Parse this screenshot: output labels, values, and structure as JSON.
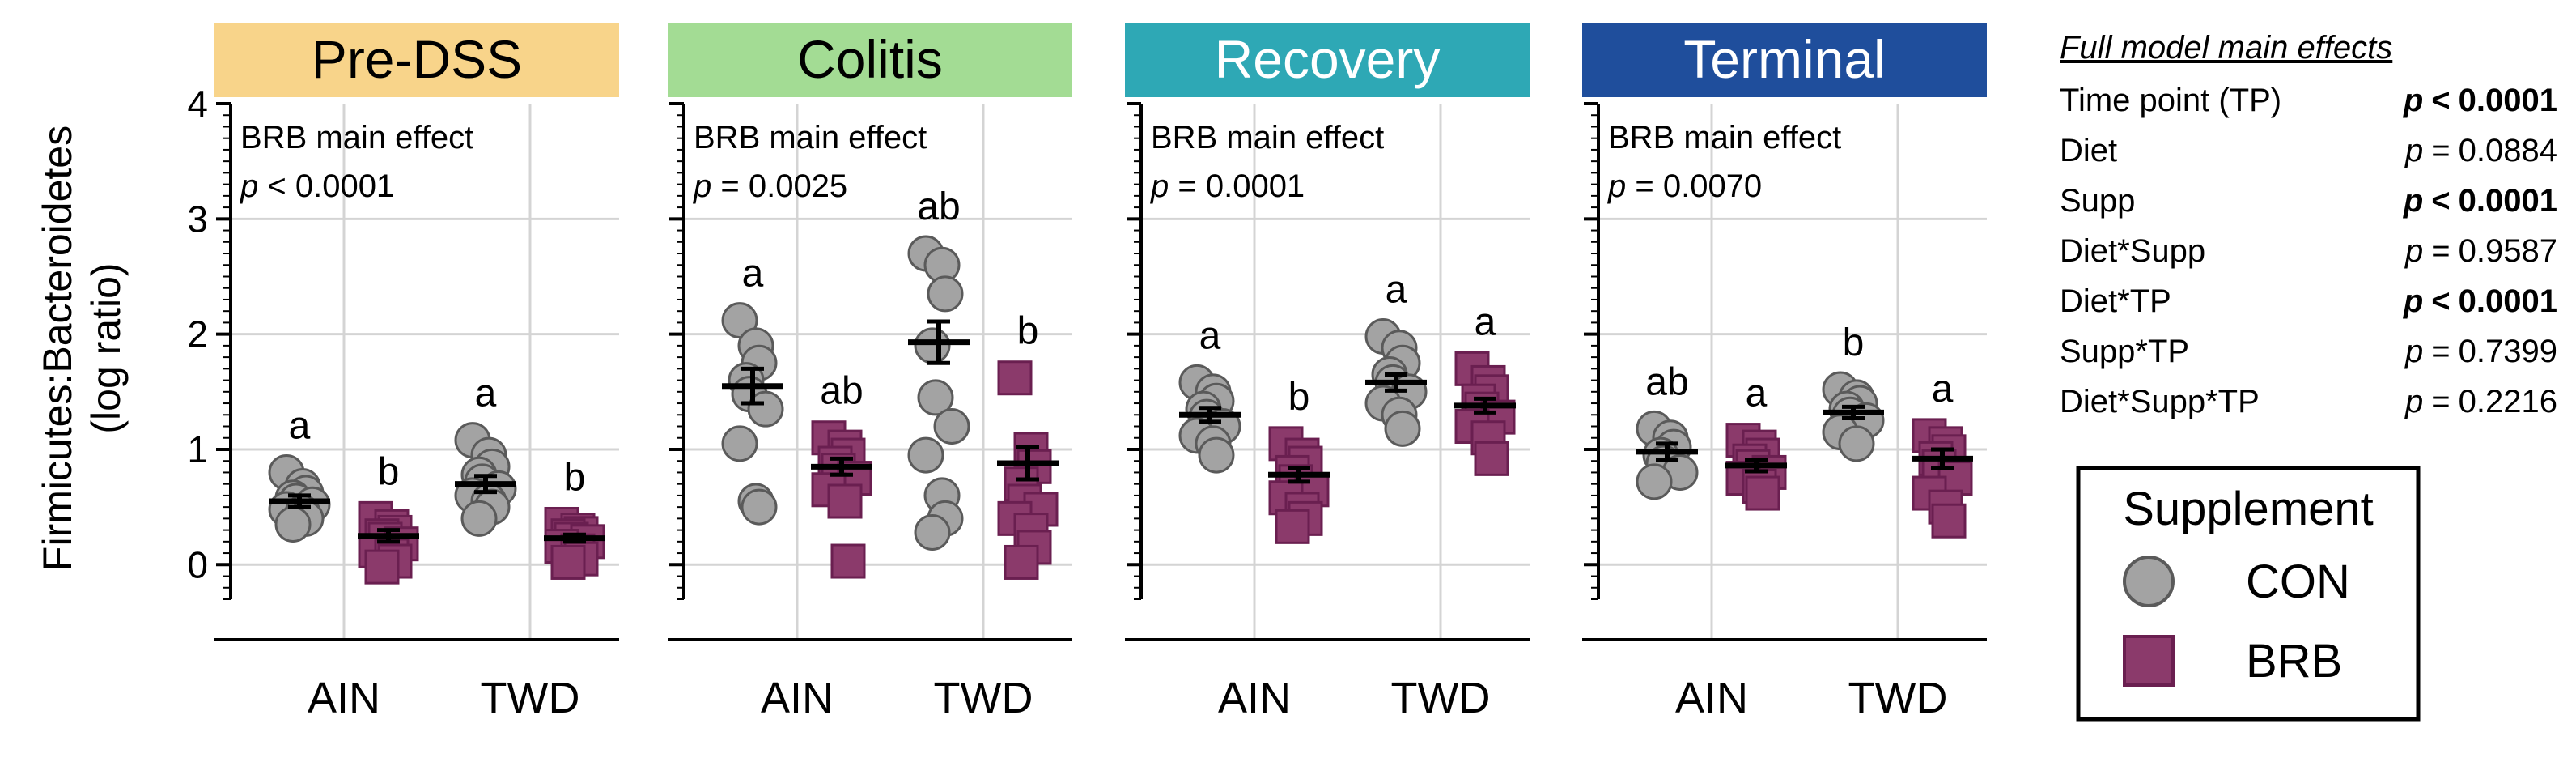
{
  "colors": {
    "con_fill": "#a3a3a3",
    "con_stroke": "#5a5a5a",
    "brb_fill": "#8b3a6b",
    "brb_stroke": "#6a1f50",
    "grid": "#d4d4d4",
    "mean_bar": "#000000"
  },
  "ylabel_line1": "Firmicutes:Bacteroidetes",
  "ylabel_line2": "(log ratio)",
  "full_model": {
    "title": "Full model main effects",
    "rows": [
      {
        "label": "Time point (TP)",
        "p_prefix": "p",
        "p_rel": "<",
        "p_val": "0.0001",
        "bold": true
      },
      {
        "label": "Diet",
        "p_prefix": "p",
        "p_rel": "=",
        "p_val": "0.0884",
        "bold": false
      },
      {
        "label": "Supp",
        "p_prefix": "p",
        "p_rel": "<",
        "p_val": "0.0001",
        "bold": true
      },
      {
        "label": "Diet*Supp",
        "p_prefix": "p",
        "p_rel": "=",
        "p_val": "0.9587",
        "bold": false
      },
      {
        "label": "Diet*TP",
        "p_prefix": "p",
        "p_rel": "<",
        "p_val": "0.0001",
        "bold": true
      },
      {
        "label": "Supp*TP",
        "p_prefix": "p",
        "p_rel": "=",
        "p_val": "0.7399",
        "bold": false
      },
      {
        "label": "Diet*Supp*TP",
        "p_prefix": "p",
        "p_rel": "=",
        "p_val": "0.2216",
        "bold": false
      }
    ]
  },
  "legend": {
    "title": "Supplement",
    "items": [
      {
        "label": "CON",
        "shape": "circle"
      },
      {
        "label": "BRB",
        "shape": "square"
      }
    ]
  },
  "chart_data": [
    {
      "type": "scatter",
      "title": "Pre-DSS",
      "title_bg": "#f8d48a",
      "title_fg": "#000000",
      "annotation": "BRB main effect",
      "p_prefix": "p",
      "p_text": " < 0.0001",
      "ylim": [
        -0.3,
        4
      ],
      "yticks": [
        "0",
        "1",
        "2",
        "3",
        "4"
      ],
      "categories": [
        "AIN",
        "TWD"
      ],
      "groups": [
        {
          "diet": "AIN",
          "supp": "CON",
          "letter": "a",
          "mean": 0.55,
          "err": 0.05,
          "values": [
            0.8,
            0.68,
            0.62,
            0.58,
            0.55,
            0.52,
            0.48,
            0.45,
            0.4,
            0.35
          ]
        },
        {
          "diet": "AIN",
          "supp": "BRB",
          "letter": "b",
          "mean": 0.25,
          "err": 0.05,
          "values": [
            0.4,
            0.33,
            0.28,
            0.25,
            0.22,
            0.18,
            0.12,
            0.08,
            0.03,
            -0.02
          ]
        },
        {
          "diet": "TWD",
          "supp": "CON",
          "letter": "a",
          "mean": 0.7,
          "err": 0.07,
          "values": [
            1.08,
            0.95,
            0.85,
            0.78,
            0.72,
            0.66,
            0.6,
            0.55,
            0.5,
            0.4
          ]
        },
        {
          "diet": "TWD",
          "supp": "BRB",
          "letter": "b",
          "mean": 0.23,
          "err": 0.03,
          "values": [
            0.35,
            0.3,
            0.27,
            0.25,
            0.22,
            0.2,
            0.16,
            0.12,
            0.05,
            0.02
          ]
        }
      ]
    },
    {
      "type": "scatter",
      "title": "Colitis",
      "title_bg": "#a3dc94",
      "title_fg": "#000000",
      "annotation": "BRB main effect",
      "p_prefix": "p",
      "p_text": " = 0.0025",
      "ylim": [
        -0.3,
        4
      ],
      "yticks": [
        "0",
        "1",
        "2",
        "3",
        "4"
      ],
      "categories": [
        "AIN",
        "TWD"
      ],
      "groups": [
        {
          "diet": "AIN",
          "supp": "CON",
          "letter": "a",
          "mean": 1.55,
          "err": 0.15,
          "values": [
            2.12,
            1.9,
            1.75,
            1.6,
            1.48,
            1.35,
            1.05,
            0.55,
            0.5
          ]
        },
        {
          "diet": "AIN",
          "supp": "BRB",
          "letter": "ab",
          "mean": 0.85,
          "err": 0.07,
          "values": [
            1.1,
            1.02,
            0.95,
            0.88,
            0.82,
            0.75,
            0.65,
            0.55,
            0.03
          ]
        },
        {
          "diet": "TWD",
          "supp": "CON",
          "letter": "ab",
          "mean": 1.93,
          "err": 0.18,
          "values": [
            2.7,
            2.6,
            2.35,
            1.9,
            1.45,
            1.2,
            0.95,
            0.6,
            0.4,
            0.28
          ]
        },
        {
          "diet": "TWD",
          "supp": "BRB",
          "letter": "b",
          "mean": 0.88,
          "err": 0.14,
          "values": [
            1.62,
            1.0,
            0.85,
            0.7,
            0.55,
            0.48,
            0.4,
            0.3,
            0.15,
            0.02
          ]
        }
      ]
    },
    {
      "type": "scatter",
      "title": "Recovery",
      "title_bg": "#2ea8b5",
      "title_fg": "#ffffff",
      "annotation": "BRB main effect",
      "p_prefix": "p",
      "p_text": " = 0.0001",
      "ylim": [
        -0.3,
        4
      ],
      "yticks": [
        "0",
        "1",
        "2",
        "3",
        "4"
      ],
      "categories": [
        "AIN",
        "TWD"
      ],
      "groups": [
        {
          "diet": "AIN",
          "supp": "CON",
          "letter": "a",
          "mean": 1.3,
          "err": 0.06,
          "values": [
            1.58,
            1.5,
            1.42,
            1.35,
            1.28,
            1.2,
            1.12,
            1.05,
            0.95
          ]
        },
        {
          "diet": "AIN",
          "supp": "BRB",
          "letter": "b",
          "mean": 0.78,
          "err": 0.06,
          "values": [
            1.05,
            0.95,
            0.88,
            0.8,
            0.72,
            0.65,
            0.58,
            0.48,
            0.4,
            0.33
          ]
        },
        {
          "diet": "TWD",
          "supp": "CON",
          "letter": "a",
          "mean": 1.58,
          "err": 0.07,
          "values": [
            1.98,
            1.88,
            1.75,
            1.65,
            1.58,
            1.5,
            1.4,
            1.3,
            1.18
          ]
        },
        {
          "diet": "TWD",
          "supp": "BRB",
          "letter": "a",
          "mean": 1.38,
          "err": 0.06,
          "values": [
            1.7,
            1.58,
            1.5,
            1.42,
            1.35,
            1.28,
            1.2,
            1.1,
            0.92
          ]
        }
      ]
    },
    {
      "type": "scatter",
      "title": "Terminal",
      "title_bg": "#1f4e9c",
      "title_fg": "#ffffff",
      "annotation": "BRB main effect",
      "p_prefix": "p",
      "p_text": " = 0.0070",
      "ylim": [
        -0.3,
        4
      ],
      "yticks": [
        "0",
        "1",
        "2",
        "3",
        "4"
      ],
      "categories": [
        "AIN",
        "TWD"
      ],
      "groups": [
        {
          "diet": "AIN",
          "supp": "CON",
          "letter": "ab",
          "mean": 0.98,
          "err": 0.07,
          "values": [
            1.18,
            1.1,
            1.02,
            0.95,
            0.88,
            0.8,
            0.72
          ]
        },
        {
          "diet": "AIN",
          "supp": "BRB",
          "letter": "a",
          "mean": 0.86,
          "err": 0.05,
          "values": [
            1.08,
            1.02,
            0.95,
            0.9,
            0.85,
            0.8,
            0.75,
            0.68,
            0.62
          ]
        },
        {
          "diet": "TWD",
          "supp": "CON",
          "letter": "b",
          "mean": 1.32,
          "err": 0.05,
          "values": [
            1.52,
            1.45,
            1.4,
            1.35,
            1.3,
            1.25,
            1.15,
            1.05
          ]
        },
        {
          "diet": "TWD",
          "supp": "BRB",
          "letter": "a",
          "mean": 0.92,
          "err": 0.08,
          "values": [
            1.12,
            1.05,
            0.98,
            0.92,
            0.85,
            0.75,
            0.62,
            0.5,
            0.38
          ]
        }
      ]
    }
  ]
}
